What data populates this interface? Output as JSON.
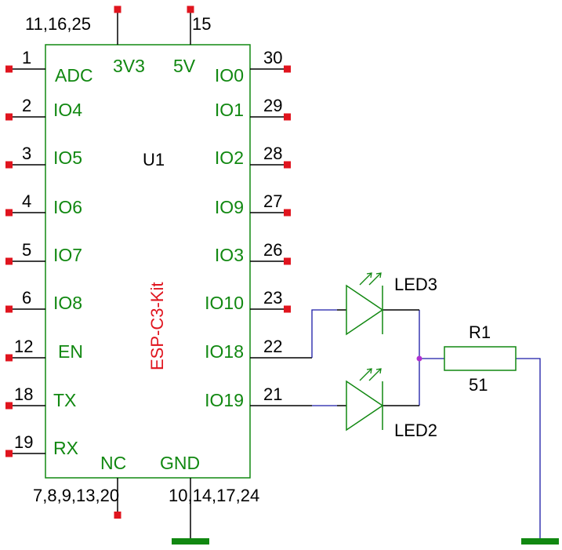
{
  "component": {
    "designator": "U1",
    "value": "ESP-C3-Kit",
    "top_pins": [
      {
        "number": "11,16,25",
        "name": "3V3"
      },
      {
        "number": "15",
        "name": "5V"
      }
    ],
    "bottom_pins": [
      {
        "number": "7,8,9,13,20",
        "name": "NC"
      },
      {
        "number": "10,14,17,24",
        "name": "GND"
      }
    ],
    "left_pins": [
      {
        "number": "1",
        "name": "ADC"
      },
      {
        "number": "2",
        "name": "IO4"
      },
      {
        "number": "3",
        "name": "IO5"
      },
      {
        "number": "4",
        "name": "IO6"
      },
      {
        "number": "5",
        "name": "IO7"
      },
      {
        "number": "6",
        "name": "IO8"
      },
      {
        "number": "12",
        "name": "EN"
      },
      {
        "number": "18",
        "name": "TX"
      },
      {
        "number": "19",
        "name": "RX"
      }
    ],
    "right_pins": [
      {
        "number": "30",
        "name": "IO0"
      },
      {
        "number": "29",
        "name": "IO1"
      },
      {
        "number": "28",
        "name": "IO2"
      },
      {
        "number": "27",
        "name": "IO9"
      },
      {
        "number": "26",
        "name": "IO3"
      },
      {
        "number": "23",
        "name": "IO10"
      },
      {
        "number": "22",
        "name": "IO18"
      },
      {
        "number": "21",
        "name": "IO19"
      }
    ]
  },
  "led_top": {
    "designator": "LED3"
  },
  "led_bottom": {
    "designator": "LED2"
  },
  "resistor": {
    "designator": "R1",
    "value": "51"
  },
  "colors": {
    "pin_line": "#000000",
    "pin_text": "#118811",
    "value_text": "#e0141e",
    "body_outline": "#118811",
    "unconnected_marker": "#e0141e",
    "wire": "#1a1aa6",
    "junction": "#b030d0",
    "ground": "#118811"
  }
}
